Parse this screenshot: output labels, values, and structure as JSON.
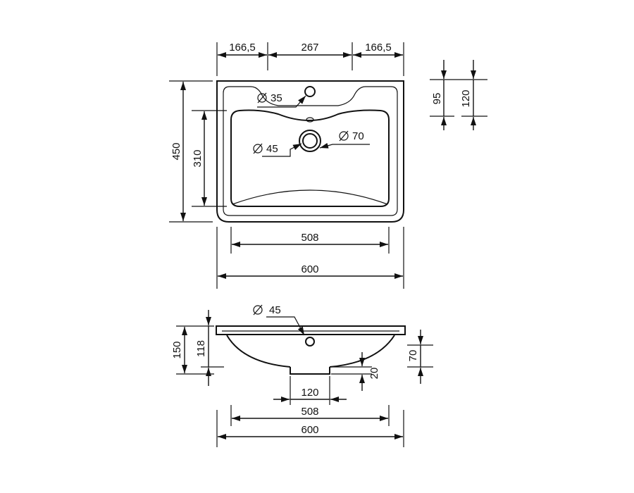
{
  "top_view": {
    "dim_left_segment": "166,5",
    "dim_middle_segment": "267",
    "dim_right_segment": "166,5",
    "dim_overall_depth": "450",
    "dim_bowl_depth": "310",
    "dim_tap_hole": "35",
    "dim_drain_inner": "45",
    "dim_drain_outer": "70",
    "dim_bowl_width": "508",
    "dim_overall_width": "600"
  },
  "side_detail": {
    "dim_95": "95",
    "dim_120": "120"
  },
  "front_section": {
    "dim_drain": "45",
    "dim_overall_height": "150",
    "dim_bowl_height": "118",
    "dim_rim_to_bottom": "70",
    "dim_outlet_height": "20",
    "dim_outlet_width": "120",
    "dim_bowl_width": "508",
    "dim_overall_width": "600"
  },
  "diameter_symbol": "Ø"
}
